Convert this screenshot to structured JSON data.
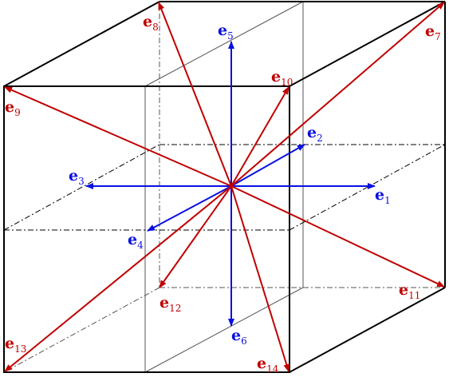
{
  "colors": {
    "blue": "#0a10e0",
    "red": "#c00000",
    "edge": "#000000",
    "inner": "#555555"
  },
  "vectors": [
    {
      "name": "e",
      "sub": "1",
      "group": "blue"
    },
    {
      "name": "e",
      "sub": "2",
      "group": "blue"
    },
    {
      "name": "e",
      "sub": "3",
      "group": "blue"
    },
    {
      "name": "e",
      "sub": "4",
      "group": "blue"
    },
    {
      "name": "e",
      "sub": "5",
      "group": "blue"
    },
    {
      "name": "e",
      "sub": "6",
      "group": "blue"
    },
    {
      "name": "e",
      "sub": "7",
      "group": "red"
    },
    {
      "name": "e",
      "sub": "8",
      "group": "red"
    },
    {
      "name": "e",
      "sub": "9",
      "group": "red"
    },
    {
      "name": "e",
      "sub": "10",
      "group": "red"
    },
    {
      "name": "e",
      "sub": "11",
      "group": "red"
    },
    {
      "name": "e",
      "sub": "12",
      "group": "red"
    },
    {
      "name": "e",
      "sub": "13",
      "group": "red"
    },
    {
      "name": "e",
      "sub": "14",
      "group": "red"
    }
  ]
}
